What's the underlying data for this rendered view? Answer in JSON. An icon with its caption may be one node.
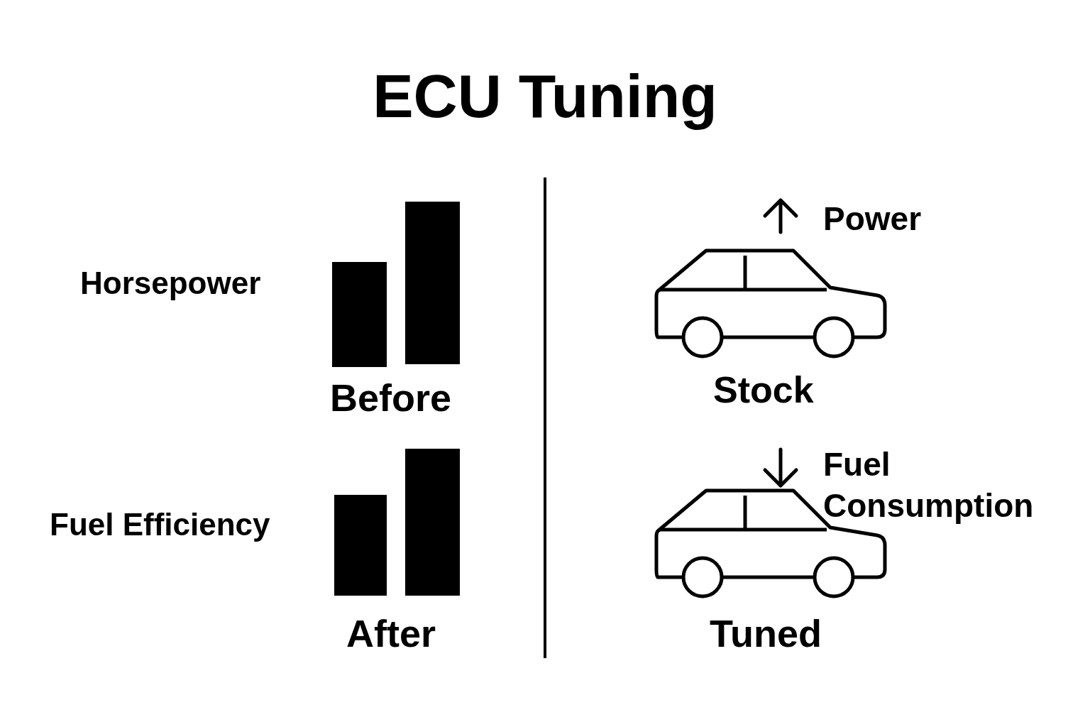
{
  "diagram": {
    "title": "ECU Tuning",
    "labels": [
      "Power",
      "Horsepower",
      "Before",
      "Stock",
      "Fuel Consumption",
      "Fuel Efficiency",
      "After",
      "Tuned"
    ]
  }
}
